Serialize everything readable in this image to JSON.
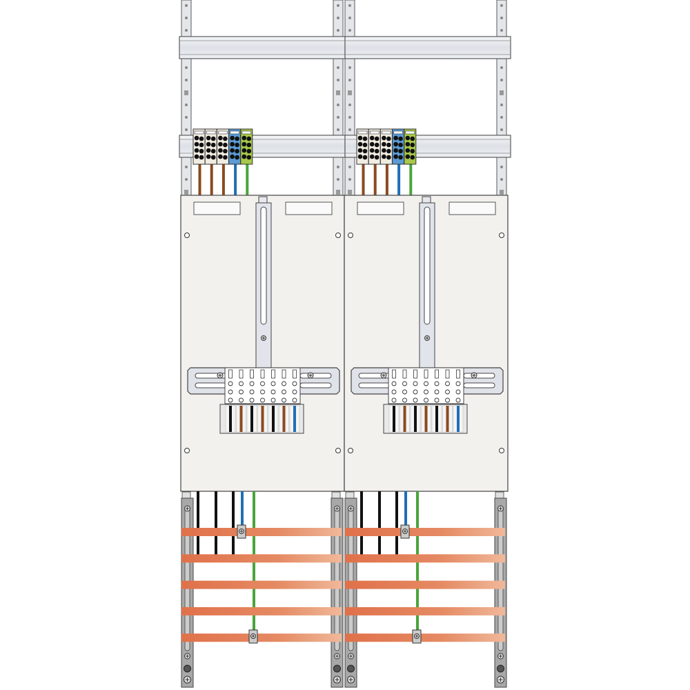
{
  "diagram": {
    "modules": 2,
    "module_offset_units": 1,
    "colors": {
      "panel": "#f2f1ee",
      "rail": "#e4e6ea",
      "rail_edge": "#5a5a5a",
      "din_rail": "#dde1e7",
      "busbar_copper": "#e0714a",
      "busbar_copper_light": "#efb596",
      "support_bar": "#a8a8a8",
      "wire_brown": "#8b4a1f",
      "wire_black": "#111111",
      "wire_blue": "#1f6fb5",
      "wire_green": "#4aa43a",
      "terminal_white": "#f0ece2",
      "terminal_blue": "#5b9bd5",
      "terminal_green_yellow": "#a8c84a"
    },
    "top_terminal_block_colors": [
      "terminal_white",
      "terminal_white",
      "terminal_white",
      "terminal_blue",
      "terminal_green_yellow"
    ],
    "top_wire_colors": [
      "wire_brown",
      "wire_brown",
      "wire_brown",
      "wire_blue",
      "wire_green"
    ],
    "meter_terminal_wire_colors": [
      "wire_black",
      "wire_brown",
      "wire_black",
      "wire_brown",
      "wire_black",
      "wire_brown",
      "wire_blue"
    ],
    "bottom_wire_colors": [
      "wire_black",
      "wire_black",
      "wire_black",
      "wire_blue",
      "wire_green"
    ],
    "busbar_count": 5
  }
}
